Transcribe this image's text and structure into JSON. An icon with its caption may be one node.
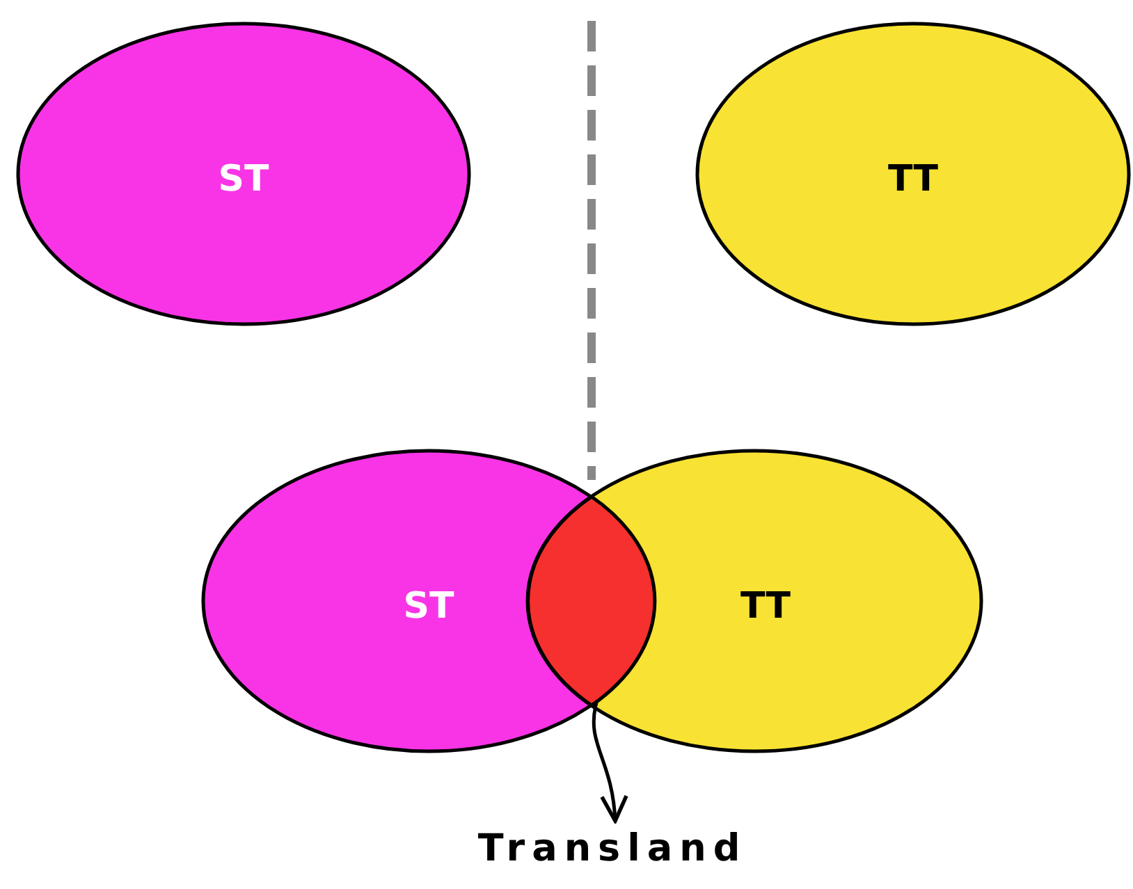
{
  "diagram": {
    "nodes": [
      {
        "text": [
          "ST"
        ]
      },
      {
        "text": [
          "TT"
        ]
      },
      {
        "text": [
          "ST"
        ]
      },
      {
        "text": [
          "TT"
        ]
      },
      {
        "text": [],
        "shape": "lens"
      },
      {
        "text": [
          "Transland"
        ]
      }
    ],
    "edges": [
      {
        "from": 4,
        "to": 5,
        "arrow": "to"
      }
    ]
  }
}
